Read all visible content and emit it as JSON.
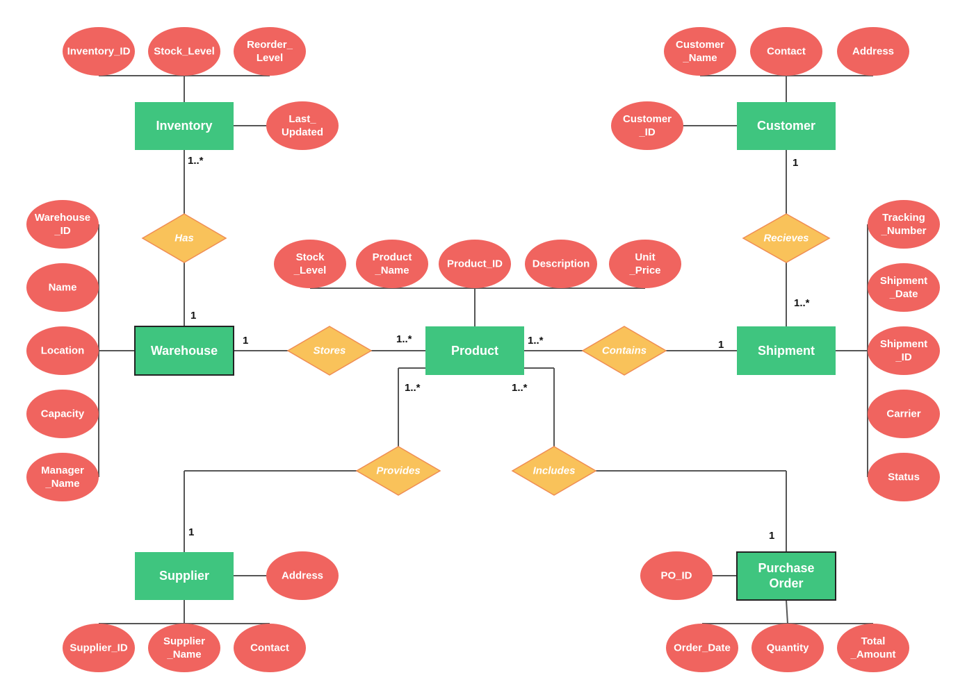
{
  "colors": {
    "entity_fill": "#3fc57f",
    "attribute_fill": "#f0645f",
    "relationship_fill": "#f9c25a",
    "relationship_border": "#ef8d54",
    "connector": "#555555"
  },
  "entities": {
    "inventory": "Inventory",
    "customer": "Customer",
    "warehouse": "Warehouse",
    "product": "Product",
    "shipment": "Shipment",
    "supplier": "Supplier",
    "purchase_order": [
      "Purchase",
      "Order"
    ]
  },
  "relationships": {
    "has": "Has",
    "recieves": "Recieves",
    "stores": "Stores",
    "contains": "Contains",
    "provides": "Provides",
    "includes": "Includes"
  },
  "attributes": {
    "inventory": {
      "id": [
        "Inventory_ID"
      ],
      "stock": [
        "Stock_Level"
      ],
      "reorder": [
        "Reorder_",
        "Level"
      ],
      "updated": [
        "Last_",
        "Updated"
      ]
    },
    "customer": {
      "name": [
        "Customer",
        "_Name"
      ],
      "contact": [
        "Contact"
      ],
      "address": [
        "Address"
      ],
      "id": [
        "Customer",
        "_ID"
      ]
    },
    "warehouse": {
      "id": [
        "Warehouse",
        "_ID"
      ],
      "name": [
        "Name"
      ],
      "location": [
        "Location"
      ],
      "capacity": [
        "Capacity"
      ],
      "manager": [
        "Manager",
        "_Name"
      ]
    },
    "product": {
      "stock": [
        "Stock",
        "_Level"
      ],
      "name": [
        "Product",
        "_Name"
      ],
      "id": [
        "Product_ID"
      ],
      "description": [
        "Description"
      ],
      "price": [
        "Unit",
        "_Price"
      ]
    },
    "shipment": {
      "tracking": [
        "Tracking",
        "_Number"
      ],
      "date": [
        "Shipment",
        "_Date"
      ],
      "id": [
        "Shipment",
        "_ID"
      ],
      "carrier": [
        "Carrier"
      ],
      "status": [
        "Status"
      ]
    },
    "supplier": {
      "address": [
        "Address"
      ],
      "id": [
        "Supplier_ID"
      ],
      "name": [
        "Supplier",
        "_Name"
      ],
      "contact": [
        "Contact"
      ]
    },
    "purchase_order": {
      "id": [
        "PO_ID"
      ],
      "date": [
        "Order_Date"
      ],
      "quantity": [
        "Quantity"
      ],
      "total": [
        "Total",
        "_Amount"
      ]
    }
  },
  "cardinalities": {
    "inventory_has": "1..*",
    "warehouse_has": "1",
    "customer_recieves": "1",
    "shipment_recieves": "1..*",
    "warehouse_stores": "1",
    "product_stores": "1..*",
    "product_contains": "1..*",
    "shipment_contains": "1",
    "product_provides": "1..*",
    "product_includes": "1..*",
    "supplier_provides": "1",
    "order_includes": "1"
  }
}
